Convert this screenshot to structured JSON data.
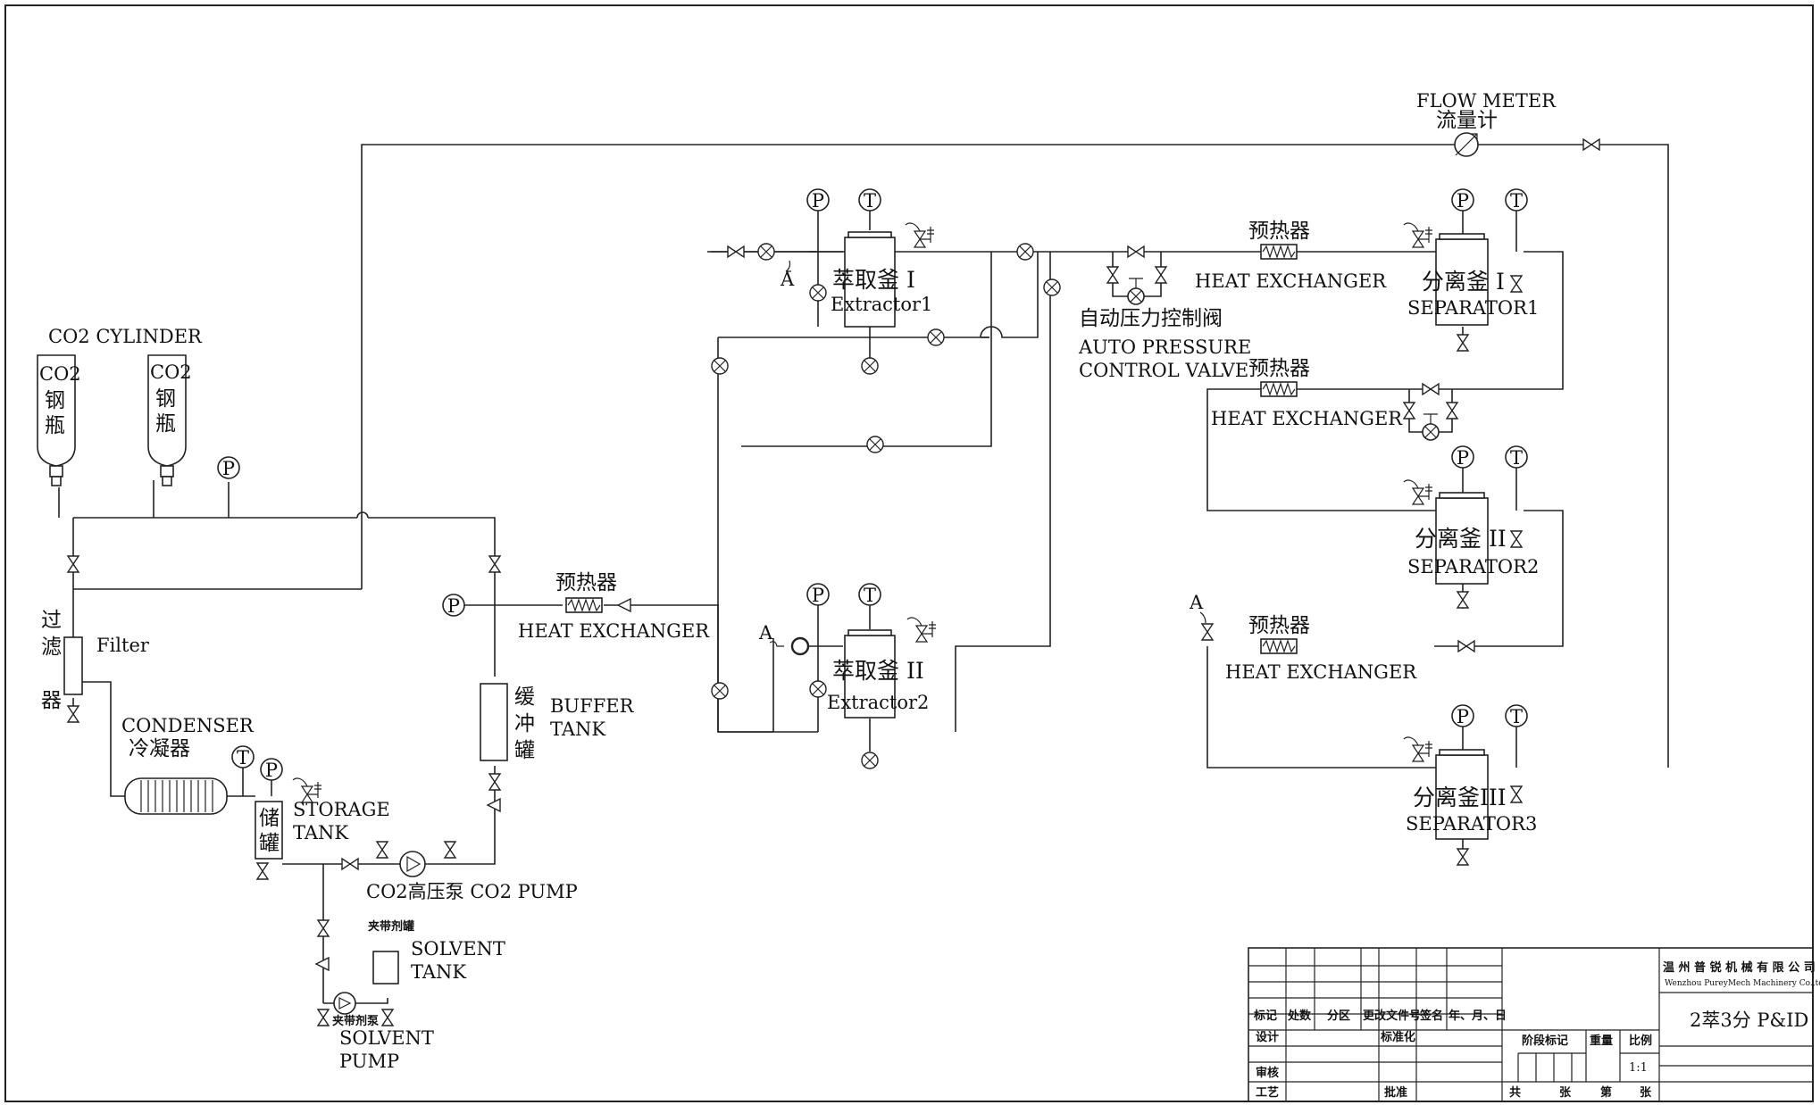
{
  "labels": {
    "co2_cylinder": "CO2 CYLINDER",
    "cyl1_a": "CO2",
    "cyl1_b": "钢",
    "cyl1_c": "瓶",
    "cyl2_a": "CO2",
    "cyl2_b": "钢",
    "cyl2_c": "瓶",
    "filter_zh_1": "过",
    "filter_zh_2": "滤",
    "filter_zh_3": "器",
    "filter_en": "Filter",
    "condenser_en": "CONDENSER",
    "condenser_zh": "冷凝器",
    "storage_zh_1": "储",
    "storage_zh_2": "罐",
    "storage_en_1": "STORAGE",
    "storage_en_2": "TANK",
    "co2_pump": "CO2高压泵 CO2 PUMP",
    "solvent_tank_zh": "夹带剂罐",
    "solvent_tank_en_1": "SOLVENT",
    "solvent_tank_en_2": "TANK",
    "solvent_pump_zh": "夹带剂泵",
    "solvent_pump_en_1": "SOLVENT",
    "solvent_pump_en_2": "PUMP",
    "buffer_zh_1": "缓",
    "buffer_zh_2": "冲",
    "buffer_zh_3": "罐",
    "buffer_en_1": "BUFFER",
    "buffer_en_2": "TANK",
    "preheater_zh": "预热器",
    "heat_exchanger": "HEAT EXCHANGER",
    "extractor1_zh": "萃取釜 I",
    "extractor1_en": "Extractor1",
    "extractor2_zh": "萃取釜 II",
    "extractor2_en": "Extractor2",
    "flow_meter_en": "FLOW METER",
    "flow_meter_zh": "流量计",
    "auto_valve_zh": "自动压力控制阀",
    "auto_valve_en_1": "AUTO PRESSURE",
    "auto_valve_en_2": "CONTROL VALVE",
    "separator1_zh": "分离釜 I",
    "separator1_en": "SEPARATOR1",
    "separator2_zh": "分离釜 II",
    "separator2_en": "SEPARATOR2",
    "separator3_zh": "分离釜III",
    "separator3_en": "SEPARATOR3",
    "gauge_p": "P",
    "gauge_t": "T",
    "point_a": "A"
  },
  "title_block": {
    "company_zh": "温 州 普 锐 机 械 有 限 公 司",
    "company_en": "Wenzhou PureyMech Machinery Co.,td",
    "drawing_title": "2萃3分 P&ID",
    "scale": "1:1",
    "headers": [
      "标记",
      "处数",
      "分区",
      "更改文件号",
      "签名",
      "年、月、日"
    ],
    "design": "设计",
    "standardization": "标准化",
    "review": "审核",
    "process": "工艺",
    "approve": "批准",
    "stage_mark": "阶段标记",
    "weight": "重量",
    "ratio": "比例",
    "total": "共",
    "sheets": "张",
    "sheet_no": "第",
    "sheet_of": "张"
  }
}
